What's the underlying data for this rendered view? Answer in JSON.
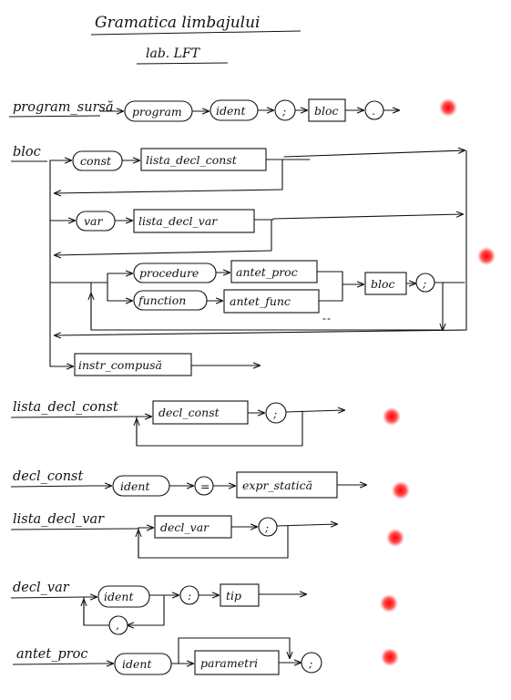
{
  "title": "Gramatica limbajului",
  "subtitle": "lab. LFT",
  "rules": {
    "program_sursa": {
      "name": "program_sursă",
      "items": [
        "program",
        "ident",
        ";",
        "bloc",
        "."
      ]
    },
    "bloc": {
      "name": "bloc",
      "items": [
        "const",
        "lista_decl_const",
        "var",
        "lista_decl_var",
        "procedure",
        "antet_proc",
        "function",
        "antet_func",
        "bloc",
        ";",
        "instr_compusă"
      ]
    },
    "lista_decl_const": {
      "name": "lista_decl_const",
      "items": [
        "decl_const",
        ";"
      ]
    },
    "decl_const": {
      "name": "decl_const",
      "items": [
        "ident",
        "=",
        "expr_statică"
      ]
    },
    "lista_decl_var": {
      "name": "lista_decl_var",
      "items": [
        "decl_var",
        ";"
      ]
    },
    "decl_var": {
      "name": "decl_var",
      "items": [
        "ident",
        ":",
        "tip",
        ","
      ]
    },
    "antet_proc": {
      "name": "antet_proc",
      "items": [
        "ident",
        "parametri",
        ";"
      ]
    }
  },
  "marker_color": "#ff2020"
}
